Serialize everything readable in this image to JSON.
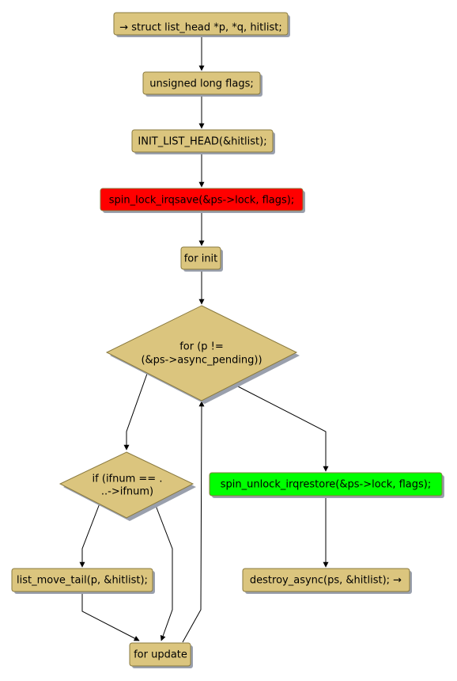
{
  "colors": {
    "box": "#dbc57e",
    "box_border": "#8a7a3f",
    "red": "#ff0000",
    "green": "#00ff00",
    "edge": "#000000",
    "shadow": "#9aa0ad"
  },
  "nodes": {
    "n1": "→ struct list_head *p, *q, hitlist;",
    "n2": "unsigned long flags;",
    "n3": "INIT_LIST_HEAD(&hitlist);",
    "n4": "spin_lock_irqsave(&ps->lock, flags);",
    "n5": "for init",
    "d1_line1": "for (p !=",
    "d1_line2": "(&ps->async_pending))",
    "d2_line1": "if (ifnum == .",
    "d2_line2": "..->ifnum)",
    "n6": "list_move_tail(p, &hitlist);",
    "n7": "for update",
    "n8": "spin_unlock_irqrestore(&ps->lock, flags);",
    "n9": "destroy_async(ps, &hitlist); →"
  }
}
